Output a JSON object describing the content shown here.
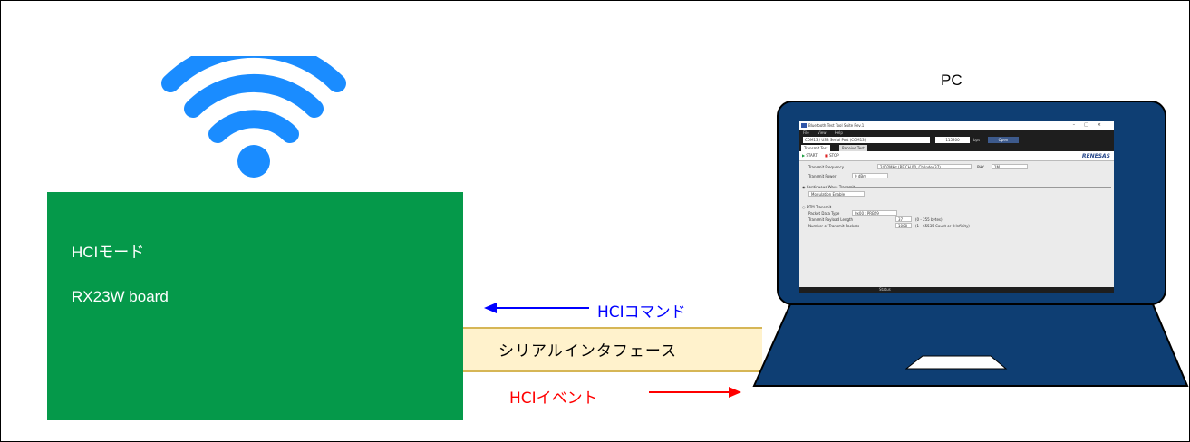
{
  "board": {
    "mode_label": "HCIモード",
    "name_label": "RX23W board"
  },
  "link": {
    "command_label": "HCIコマンド",
    "event_label": "HCIイベント",
    "interface_label": "シリアルインタフェース"
  },
  "pc": {
    "label": "PC"
  },
  "colors": {
    "board_green": "#05994a",
    "wifi_blue": "#1a8cff",
    "laptop_navy": "#1f3864",
    "laptop_fill": "#0e3e73",
    "command_blue": "#0000ff",
    "event_red": "#ff0000",
    "interface_fill": "#fff2cc"
  },
  "screen": {
    "title": "Bluetooth Test Tool Suite Rev.1",
    "menu": [
      "File",
      "View",
      "Help"
    ],
    "port": "COM13 / USB Serial Port (COM13)",
    "baud": "115200",
    "bps": "bps",
    "open_button": "Open",
    "tabs": [
      "Transmit Test",
      "Receive Test"
    ],
    "start_button": "START",
    "stop_button": "STOP",
    "brand": "RENESAS",
    "transmit_frequency_label": "Transmit Frequency",
    "transmit_frequency_value": "2402MHz (RF CH.00, Ch.Index37)",
    "phy_label": "PHY",
    "phy_value": "1M",
    "transmit_power_label": "Transmit Power",
    "transmit_power_value": "0 dBm",
    "continuous_wave_label": "Continuous Wave Transmit",
    "modulation_value": "Modulation Enable",
    "dtm_label": "DTM Transmit",
    "packet_type_label": "Packet Data Type",
    "packet_type_value": "0x00 : PRBS9",
    "payload_length_label": "Transmit Payload Length",
    "payload_length_value": "37",
    "payload_length_hint": "(0 - 255 bytes)",
    "packet_count_label": "Number of Transmit Packets",
    "packet_count_value": "1000",
    "packet_count_hint": "(1 - 65535 Count or 0:Infinity)",
    "status": "Status"
  }
}
